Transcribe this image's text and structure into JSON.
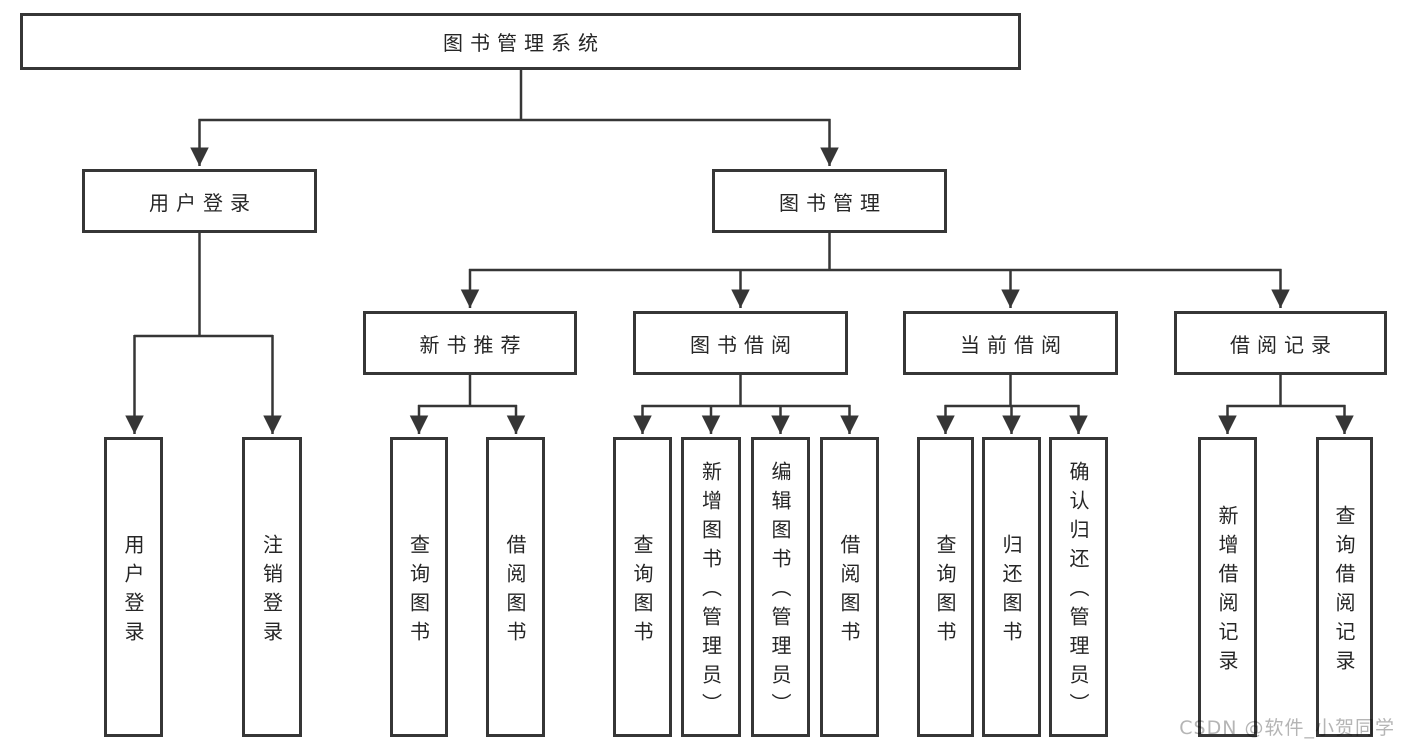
{
  "diagram_title": "图书管理系统",
  "nodes": {
    "root": {
      "label": "图书管理系统"
    },
    "user_login": {
      "label": "用户登录"
    },
    "book_management": {
      "label": "图书管理"
    },
    "new_book_recommend": {
      "label": "新书推荐"
    },
    "book_borrow": {
      "label": "图书借阅"
    },
    "current_borrow": {
      "label": "当前借阅"
    },
    "borrow_records": {
      "label": "借阅记录"
    },
    "leaf_user_login": {
      "label": "用户登录"
    },
    "leaf_logout": {
      "label": "注销登录"
    },
    "leaf_query_book_1": {
      "label": "查询图书"
    },
    "leaf_borrow_book_1": {
      "label": "借阅图书"
    },
    "leaf_query_book_2": {
      "label": "查询图书"
    },
    "leaf_add_book": {
      "label": "新增图书（管理员）"
    },
    "leaf_edit_book": {
      "label": "编辑图书（管理员）"
    },
    "leaf_borrow_book_2": {
      "label": "借阅图书"
    },
    "leaf_query_book_3": {
      "label": "查询图书"
    },
    "leaf_return_book": {
      "label": "归还图书"
    },
    "leaf_confirm_return": {
      "label": "确认归还（管理员）"
    },
    "leaf_add_borrow_record": {
      "label": "新增借阅记录"
    },
    "leaf_query_borrow_record": {
      "label": "查询借阅记录"
    }
  },
  "hierarchy": {
    "图书管理系统": {
      "用户登录": [
        "用户登录",
        "注销登录"
      ],
      "图书管理": {
        "新书推荐": [
          "查询图书",
          "借阅图书"
        ],
        "图书借阅": [
          "查询图书",
          "新增图书（管理员）",
          "编辑图书（管理员）",
          "借阅图书"
        ],
        "当前借阅": [
          "查询图书",
          "归还图书",
          "确认归还（管理员）"
        ],
        "借阅记录": [
          "新增借阅记录",
          "查询借阅记录"
        ]
      }
    }
  },
  "watermark": {
    "text": "CSDN @软件_小贺同学"
  },
  "colors": {
    "line": "#363636",
    "box_border": "#363636",
    "text": "#262626",
    "background": "#ffffff",
    "watermark": "#b5b5b5"
  }
}
